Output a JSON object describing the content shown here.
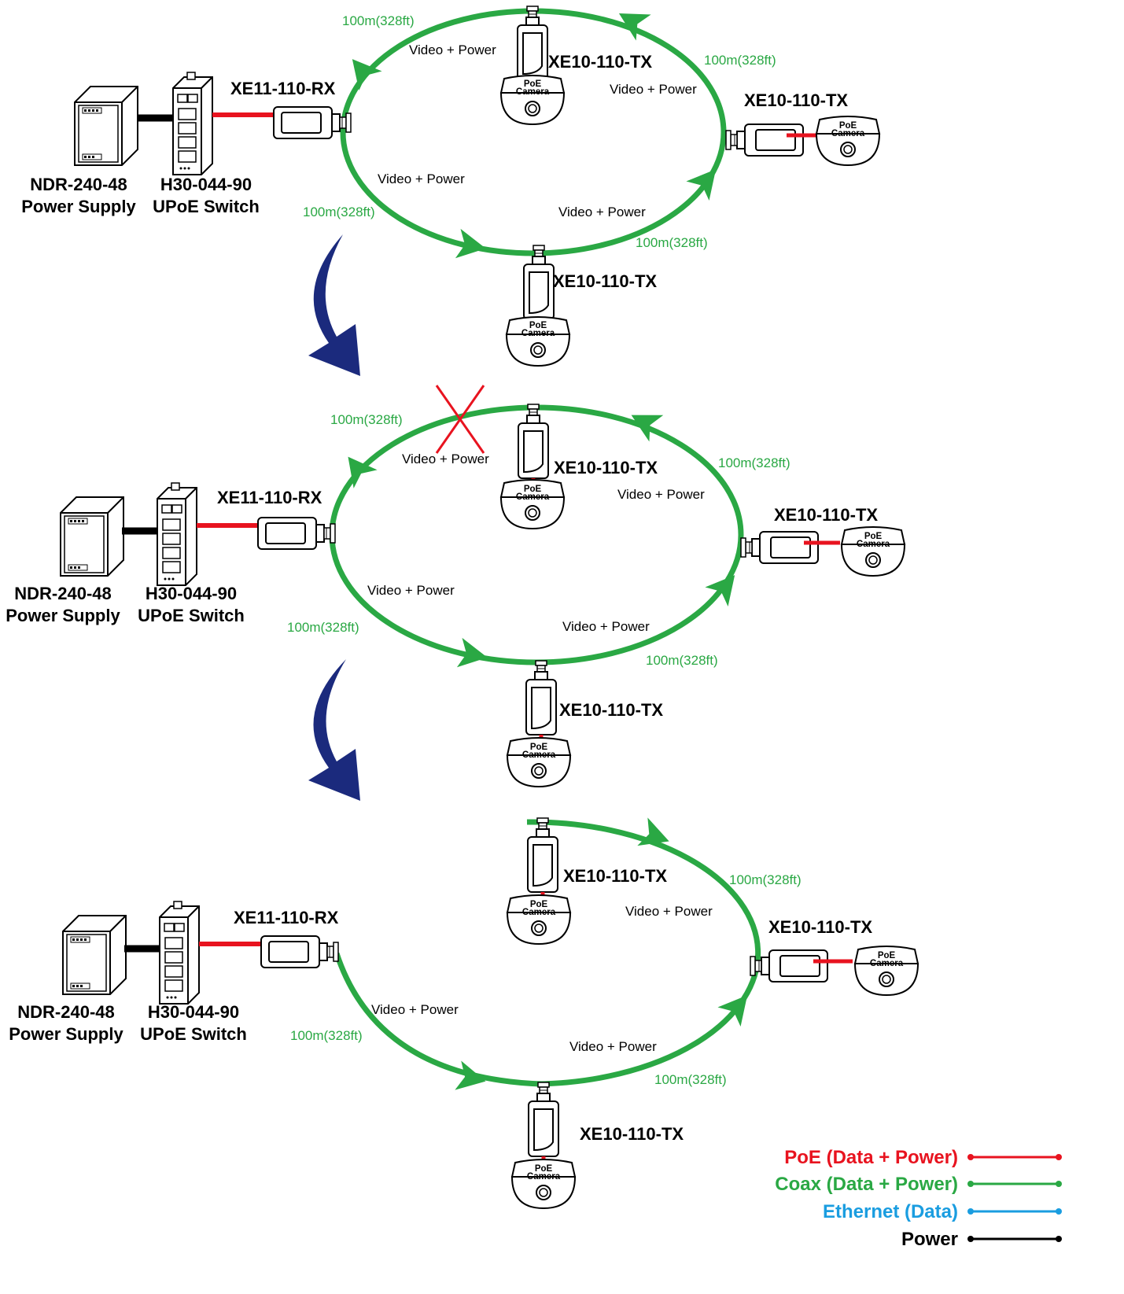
{
  "labels": {
    "rx": "XE11-110-RX",
    "tx": "XE10-110-TX",
    "power_supply_model": "NDR-240-48",
    "power_supply_name": "Power Supply",
    "switch_model": "H30-044-90",
    "switch_name": "UPoE Switch",
    "distance": "100m(328ft)",
    "video_power": "Video + Power",
    "camera_line1": "PoE",
    "camera_line2": "Camera"
  },
  "legend": [
    {
      "label": "PoE (Data + Power)",
      "color": "#e8131f"
    },
    {
      "label": "Coax (Data + Power)",
      "color": "#2aa844"
    },
    {
      "label": "Ethernet (Data)",
      "color": "#1a9de0"
    },
    {
      "label": "Power",
      "color": "#000000"
    }
  ],
  "colors": {
    "poe": "#e8131f",
    "coax": "#2aa844",
    "ethernet": "#1a9de0",
    "power": "#000000",
    "failover_arrow": "#1b2a7d",
    "break_mark": "#e8131f"
  }
}
